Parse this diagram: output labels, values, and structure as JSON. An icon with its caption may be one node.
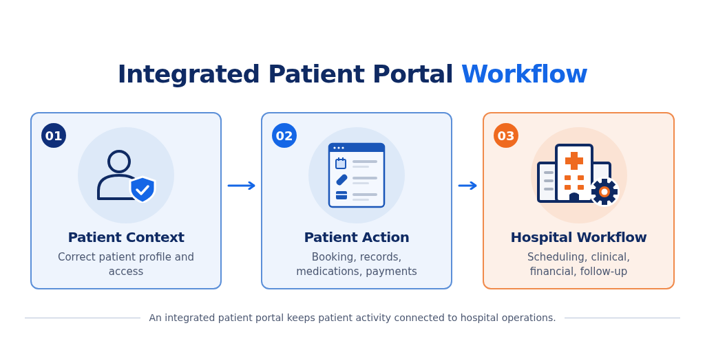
{
  "diagram": {
    "title": "Integrated Patient Portal Workflow",
    "nodes": [
      {
        "text": [
          "01",
          "Patient Context",
          "Correct patient profile and access"
        ]
      },
      {
        "text": [
          "02",
          "Patient Action",
          "Booking, records, medications, payments"
        ]
      },
      {
        "text": [
          "03",
          "Hospital Workflow",
          "Scheduling, clinical, financial, follow-up"
        ]
      }
    ],
    "edges": [
      {
        "from": 0,
        "to": 1,
        "arrow": "to"
      },
      {
        "from": 1,
        "to": 2,
        "arrow": "to"
      }
    ],
    "caption": "An integrated patient portal keeps patient activity connected to hospital operations."
  }
}
